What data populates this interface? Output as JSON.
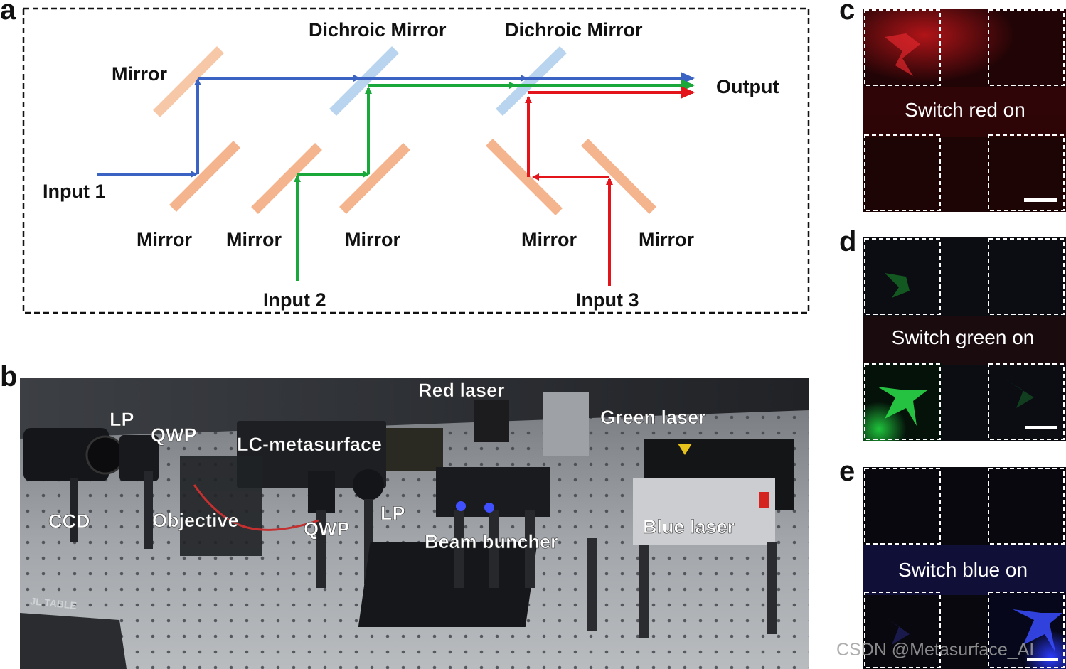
{
  "panels": {
    "a": {
      "letter": "a",
      "labels": {
        "mirror_top": "Mirror",
        "dichroic_1": "Dichroic Mirror",
        "dichroic_2": "Dichroic Mirror",
        "output": "Output",
        "input_1": "Input 1",
        "input_2": "Input 2",
        "input_3": "Input 3",
        "mirror_b1": "Mirror",
        "mirror_b2": "Mirror",
        "mirror_b3": "Mirror",
        "mirror_b4": "Mirror",
        "mirror_b5": "Mirror"
      },
      "colors": {
        "blue_beam": "#3a63c3",
        "green_beam": "#1aa83a",
        "red_beam": "#e4141b",
        "mirror": "#f4b48e",
        "dichroic": "#b9d4ee"
      }
    },
    "b": {
      "letter": "b",
      "labels": {
        "red_laser": "Red laser",
        "green_laser": "Green laser",
        "lp_1": "LP",
        "qwp_1": "QWP",
        "lc_metasurface": "LC-metasurface",
        "ccd": "CCD",
        "objective": "Objective",
        "qwp_2": "QWP",
        "lp_2": "LP",
        "beam_buncher": "Beam buncher",
        "blue_laser": "Blue laser"
      },
      "table_brand": "JL TABLE"
    },
    "c": {
      "letter": "c",
      "caption": "Switch red on",
      "color": "#e4141b"
    },
    "d": {
      "letter": "d",
      "caption": "Switch green on",
      "color": "#1fc23b"
    },
    "e": {
      "letter": "e",
      "caption": "Switch blue on",
      "color": "#2a3bff"
    }
  },
  "watermark": "CSDN @Metasurface_AI"
}
